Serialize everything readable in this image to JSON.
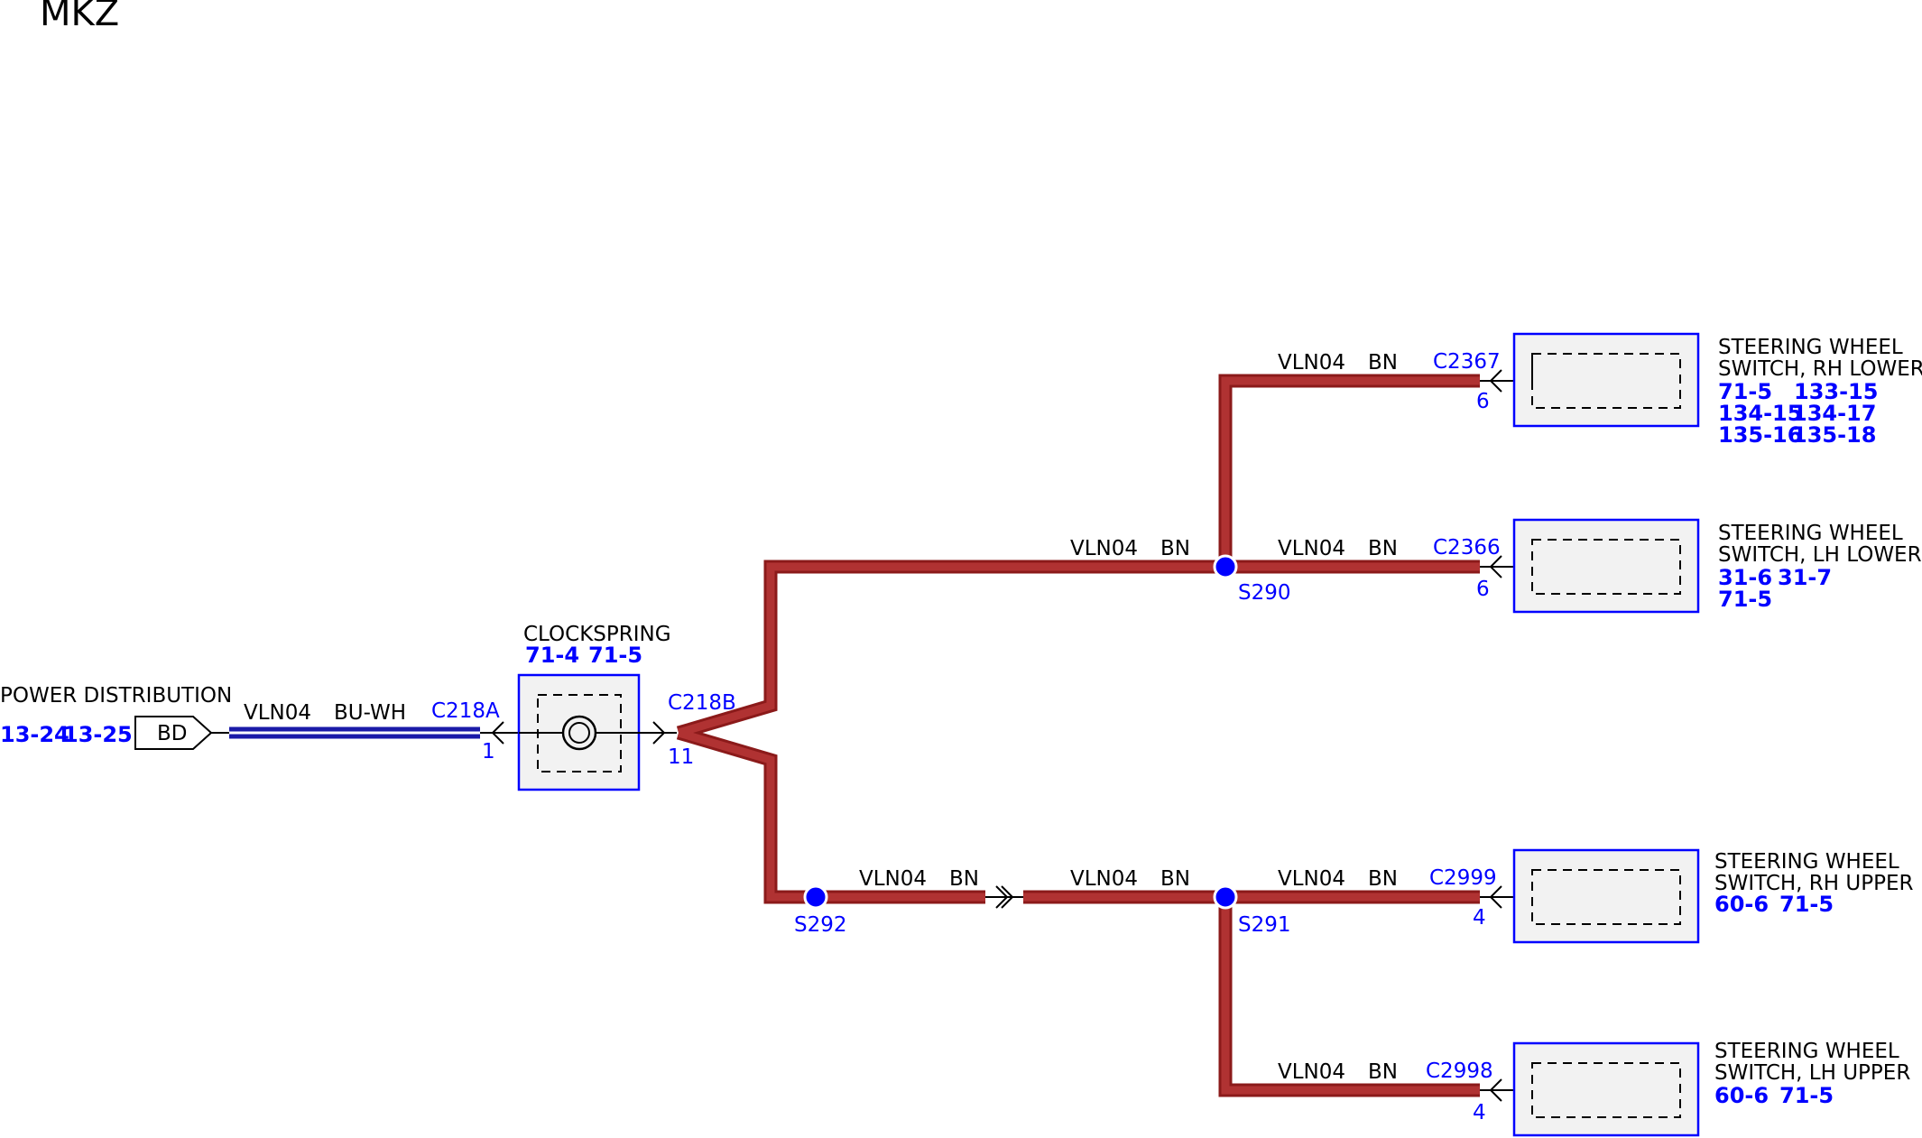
{
  "title": "MKZ",
  "power_distribution": {
    "label": "POWER DISTRIBUTION",
    "refs": [
      "13-24",
      "13-25"
    ],
    "tag": "BD"
  },
  "clockspring": {
    "label": "CLOCKSPRING",
    "refs": [
      "71-4",
      "71-5"
    ],
    "conn_in": "C218A",
    "pin_in": "1",
    "conn_out": "C218B",
    "pin_out": "11"
  },
  "wires": {
    "pd_to_clockspring": {
      "circuit": "VLN04",
      "color": "BU-WH"
    },
    "upper_branch": {
      "circuit": "VLN04",
      "color": "BN"
    },
    "s290_to_c2367": {
      "circuit": "VLN04",
      "color": "BN"
    },
    "s290_to_c2366": {
      "circuit": "VLN04",
      "color": "BN"
    },
    "s292_to_inline": {
      "circuit": "VLN04",
      "color": "BN"
    },
    "inline_to_s291": {
      "circuit": "VLN04",
      "color": "BN"
    },
    "s291_to_c2999": {
      "circuit": "VLN04",
      "color": "BN"
    },
    "s291_to_c2998": {
      "circuit": "VLN04",
      "color": "BN"
    }
  },
  "splices": {
    "s290": "S290",
    "s291": "S291",
    "s292": "S292"
  },
  "switches": [
    {
      "line1": "STEERING WHEEL",
      "line2": "SWITCH, RH LOWER",
      "refs": [
        "71-5",
        "133-15",
        "134-15",
        "134-17",
        "135-16",
        "135-18"
      ],
      "connector": "C2367",
      "pin": "6"
    },
    {
      "line1": "STEERING WHEEL",
      "line2": "SWITCH, LH LOWER",
      "refs": [
        "31-6",
        "31-7",
        "71-5"
      ],
      "connector": "C2366",
      "pin": "6"
    },
    {
      "line1": "STEERING WHEEL",
      "line2": "SWITCH, RH UPPER",
      "refs": [
        "60-6",
        "71-5"
      ],
      "connector": "C2999",
      "pin": "4"
    },
    {
      "line1": "STEERING WHEEL",
      "line2": "SWITCH, LH UPPER",
      "refs": [
        "60-6",
        "71-5"
      ],
      "connector": "C2998",
      "pin": "4"
    }
  ],
  "colors": {
    "wire_bn": "#8b1a1a",
    "wire_bu_wh": "#1a1aa8",
    "reference_blue": "#0000ff",
    "component_fill": "#f2f2f2"
  }
}
